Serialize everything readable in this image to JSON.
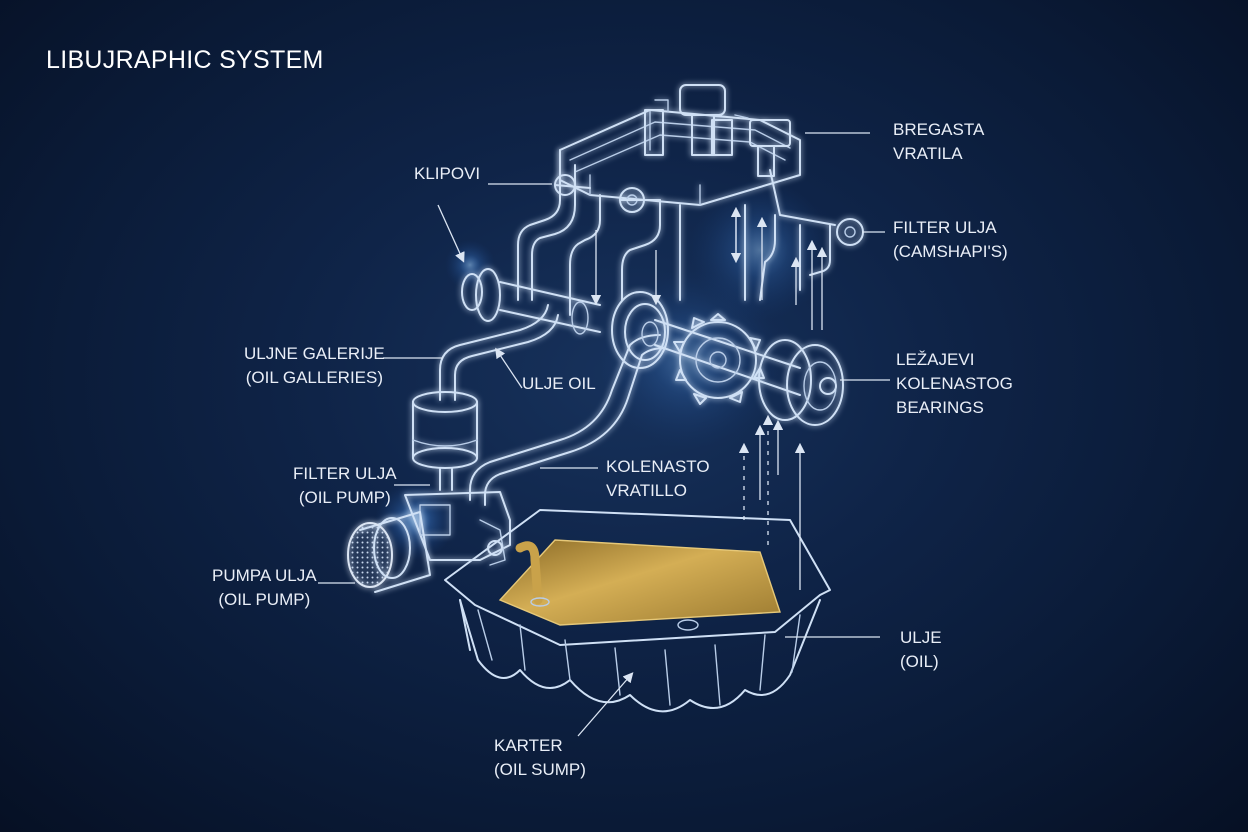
{
  "title": "LIBUJRAPHIC SYSTEM",
  "labels": {
    "bregasta": [
      "BREGASTA",
      "VRATILA"
    ],
    "klipovi": [
      "KLIPOVI"
    ],
    "filter_camshafts": [
      "FILTER ULJA",
      "(CAMSHAPI'S)"
    ],
    "uljne_galerije": [
      "ULJNE GALERIJE",
      "(OIL GALLERIES)"
    ],
    "ulje_oil": [
      "ULJE OIL"
    ],
    "lezajevi": [
      "LEŽAJEVI",
      "KOLENASTOG",
      "BEARINGS"
    ],
    "filter_pump": [
      "FILTER ULJA",
      "(OIL PUMP)"
    ],
    "kolenasto": [
      "KOLENASTO",
      "VRATILLO"
    ],
    "pumpa": [
      "PUMPA ULJA",
      "(OIL PUMP)"
    ],
    "ulje": [
      "ULJE",
      "(OIL)"
    ],
    "karter": [
      "KARTER",
      "(OIL SUMP)"
    ]
  },
  "colors": {
    "background": "#0b1a33",
    "line": "#cfe0f5",
    "glow": "#6fb4ff",
    "oil": "#c9a24a"
  }
}
